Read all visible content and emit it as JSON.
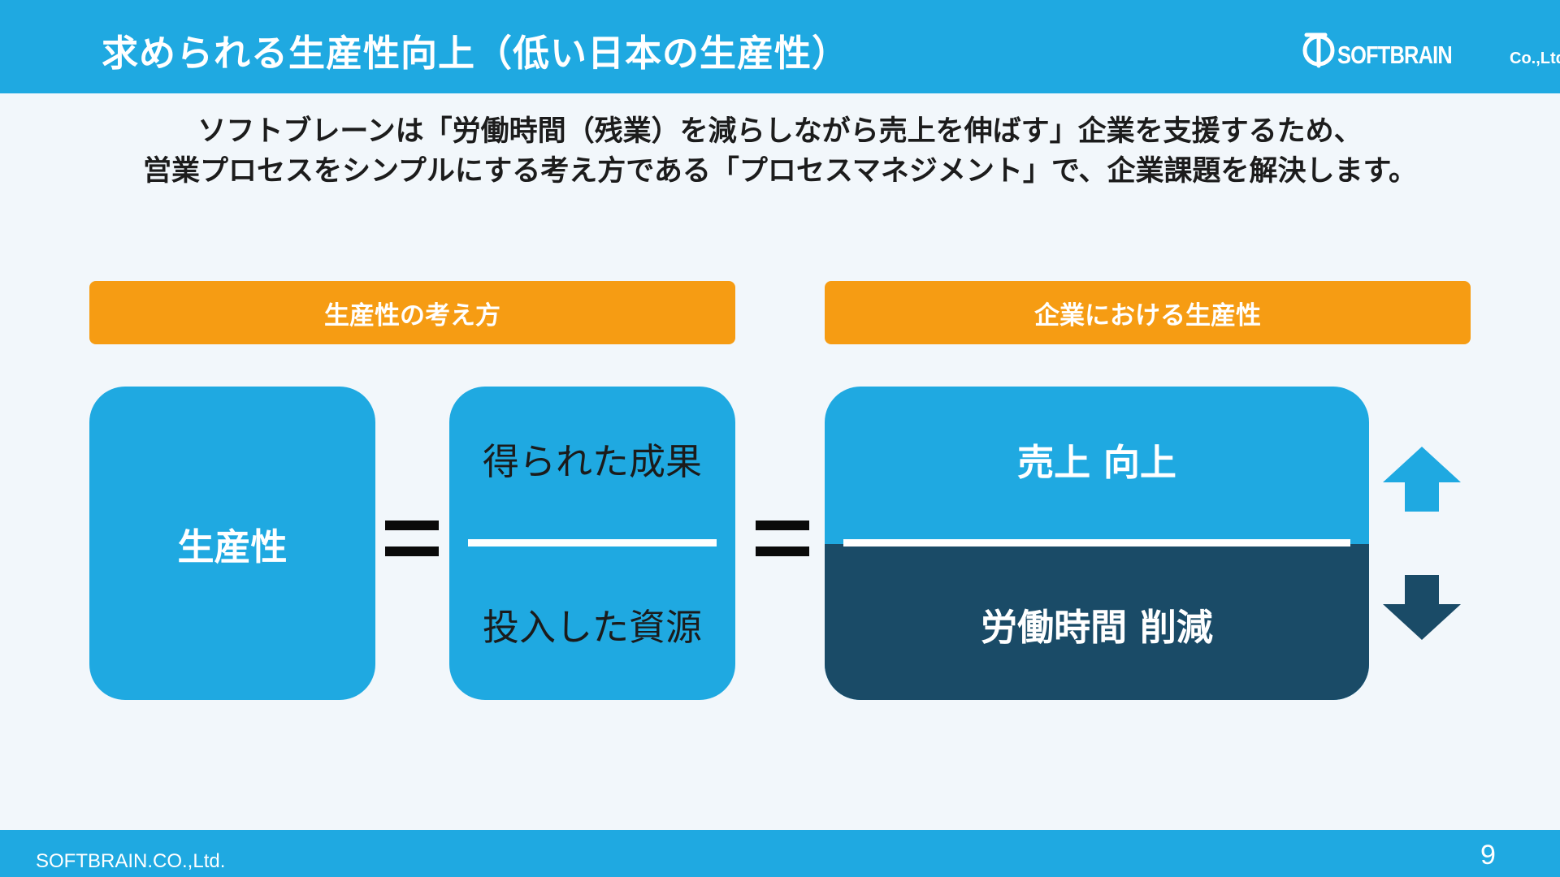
{
  "header": {
    "title": "求められる生産性向上（低い日本の生産性）",
    "logo_text": "SOFTBRAIN",
    "logo_suffix": "Co.,Ltd.",
    "logo_icon": "softbrain-logo-mark",
    "background_color": "#1fa9e1"
  },
  "intro": {
    "line1": "ソフトブレーンは「労働時間（残業）を減らしながら売上を伸ばす」企業を支援するため、",
    "line2": "営業プロセスをシンプルにする考え方である「プロセスマネジメント」で、企業課題を解決します。"
  },
  "sections": {
    "left_title": "生産性の考え方",
    "right_title": "企業における生産性",
    "accent_color": "#f69c13"
  },
  "formula": {
    "left_term": "生産性",
    "numerator": "得られた成果",
    "denominator": "投入した資源"
  },
  "company": {
    "numerator": "売上 向上",
    "denominator": "労働時間 削減",
    "upper_color": "#1fa9e1",
    "lower_color": "#1a4b67",
    "up_icon": "arrow-up-icon",
    "down_icon": "arrow-down-icon"
  },
  "footer": {
    "company": "SOFTBRAIN.CO.,Ltd.",
    "page_number": "9"
  }
}
